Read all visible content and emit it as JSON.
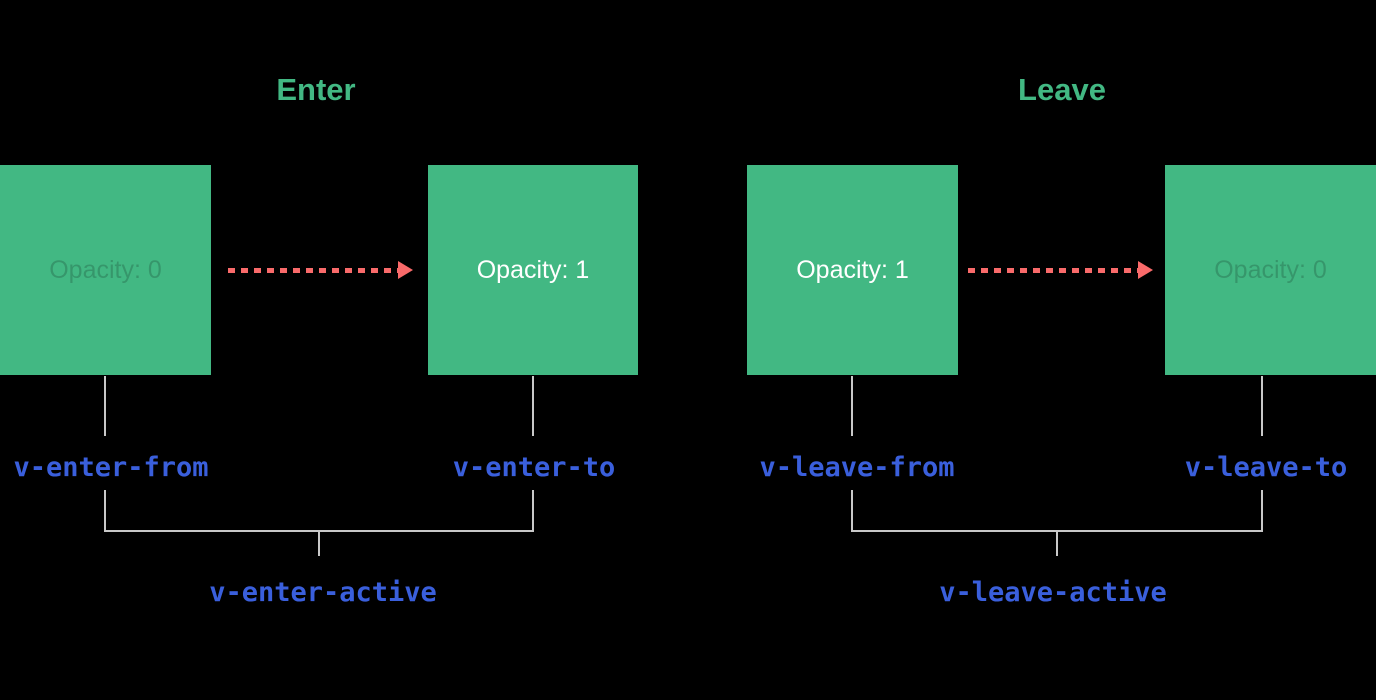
{
  "enter": {
    "title": "Enter",
    "from_box": "Opacity: 0",
    "to_box": "Opacity: 1",
    "from_class": "v-enter-from",
    "to_class": "v-enter-to",
    "active_class": "v-enter-active"
  },
  "leave": {
    "title": "Leave",
    "from_box": "Opacity: 1",
    "to_box": "Opacity: 0",
    "from_class": "v-leave-from",
    "to_class": "v-leave-to",
    "active_class": "v-leave-active"
  },
  "icons": {
    "enter_arrow": "dashed-arrow-right-icon",
    "leave_arrow": "dashed-arrow-right-icon"
  },
  "colors": {
    "background": "#000000",
    "box": "#42b883",
    "title": "#42b883",
    "arrow": "#f96a6a",
    "class_label": "#3a5fdc",
    "connector": "#c9c9c9"
  }
}
